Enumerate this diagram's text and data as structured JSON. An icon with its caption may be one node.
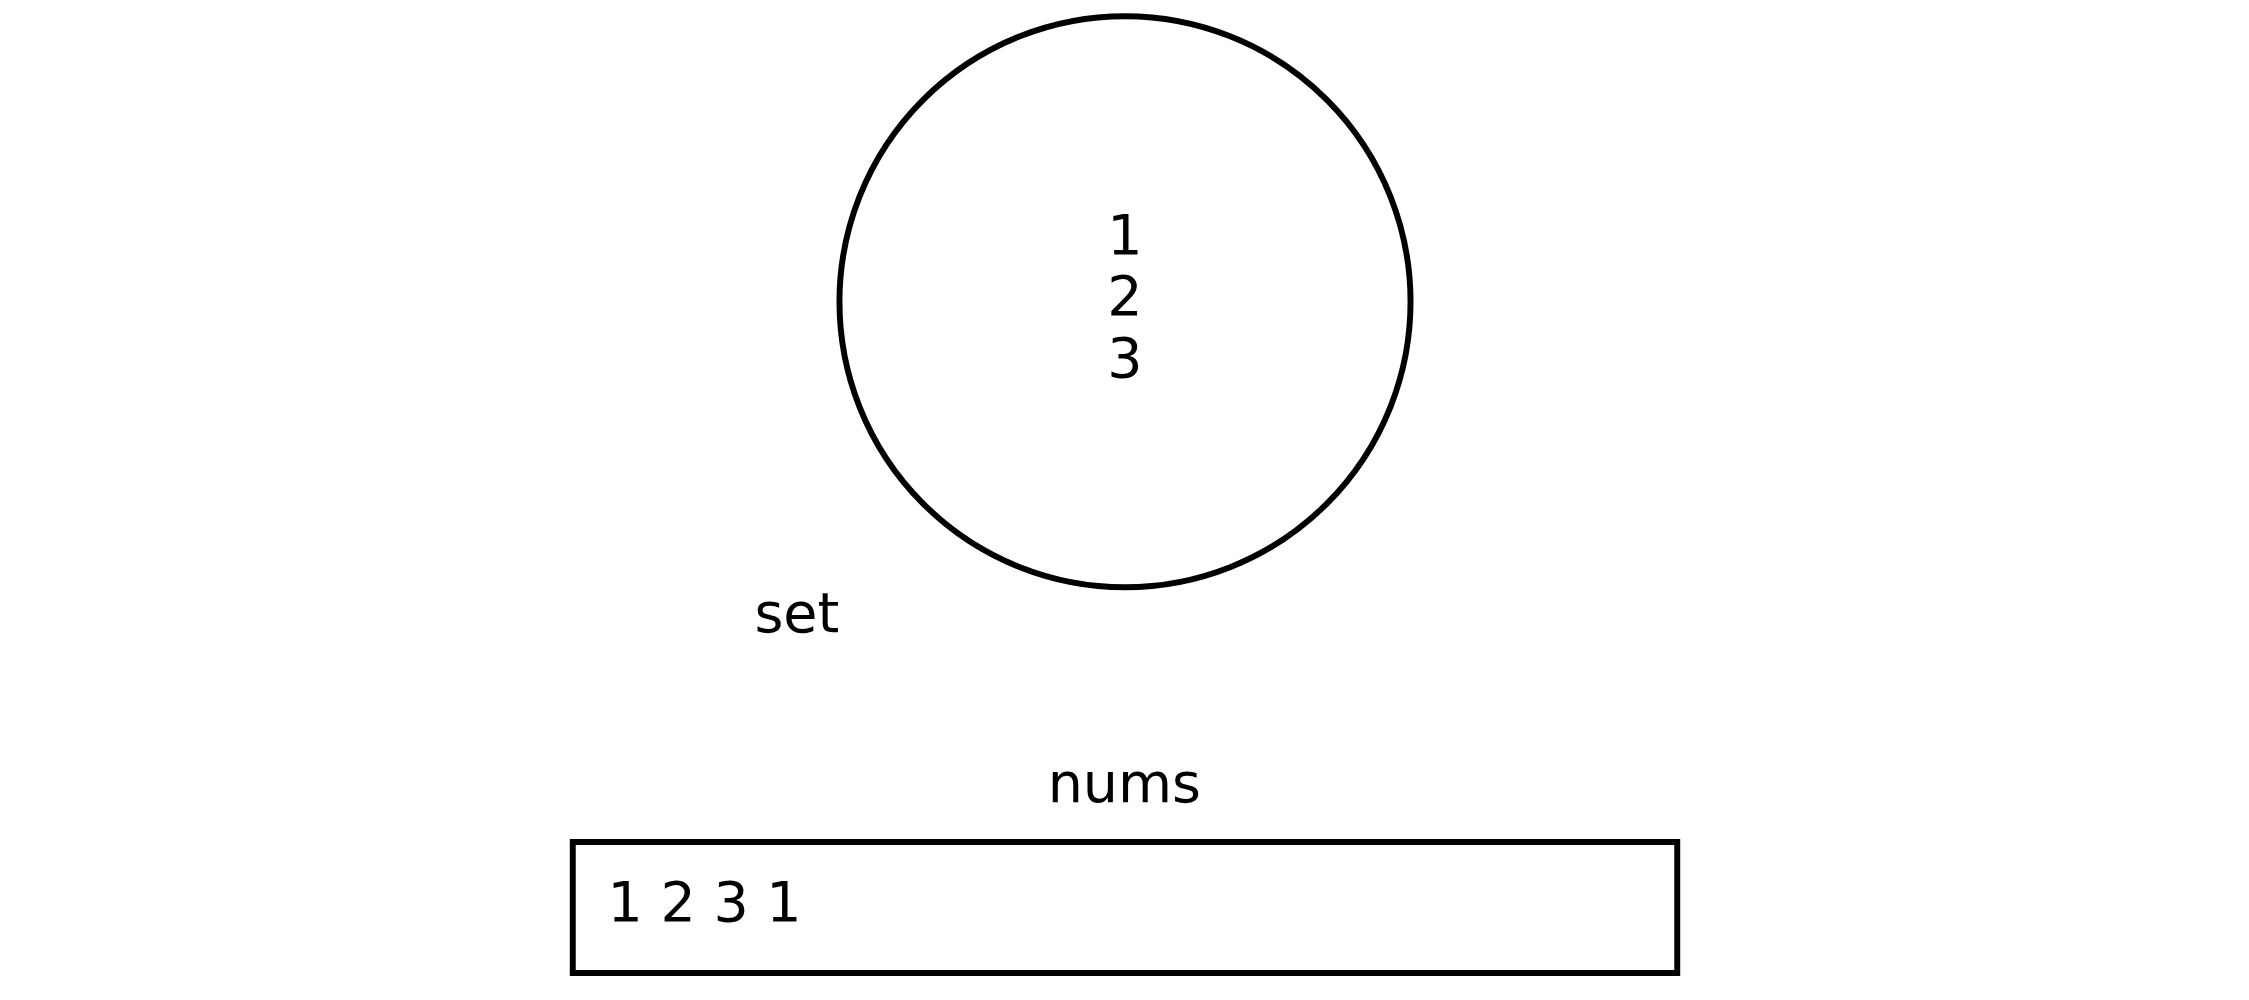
{
  "diagram": {
    "nodes": [
      {
        "text": [
          "nums",
          "1 2 3 1"
        ]
      },
      {
        "text": [
          "set",
          "1",
          "2",
          "3"
        ]
      }
    ]
  }
}
